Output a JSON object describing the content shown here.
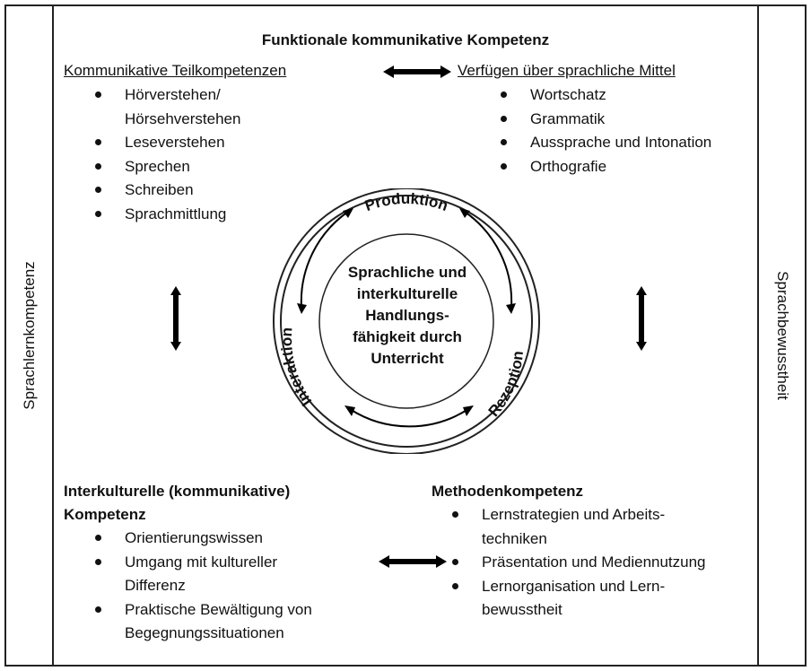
{
  "side_left": "Sprachlernkompetenz",
  "side_right": "Sprachbewusstheit",
  "title": "Funktionale kommunikative Kompetenz",
  "teilkompetenzen": {
    "heading": "Kommunikative Teilkompetenzen",
    "items": [
      "Hörverstehen/",
      "Hörsehverstehen",
      "Leseverstehen",
      "Sprechen",
      "Schreiben",
      "Sprachmittlung"
    ]
  },
  "mittel": {
    "heading": "Verfügen über sprachliche Mittel",
    "items": [
      "Wortschatz",
      "Grammatik",
      "Aussprache und Intonation",
      "Orthografie"
    ]
  },
  "center": {
    "lines": [
      "Sprachliche und",
      "interkulturelle",
      "Handlungs-",
      "fähigkeit durch",
      "Unterricht"
    ]
  },
  "ring": {
    "top": "Produktion",
    "left": "Interaktion",
    "right": "Rezeption"
  },
  "interkulturell": {
    "heading_line1": "Interkulturelle (kommunikative)",
    "heading_line2": "Kompetenz",
    "items": [
      "Orientierungswissen",
      "Umgang mit kultureller",
      "Differenz",
      "Praktische Bewältigung von",
      "Begegnungssituationen"
    ]
  },
  "methoden": {
    "heading": "Methodenkompetenz",
    "items": [
      "Lernstrategien und Arbeits-",
      "techniken",
      "Präsentation und Mediennutzung",
      "Lernorganisation und Lern-",
      "bewusstheit"
    ]
  }
}
